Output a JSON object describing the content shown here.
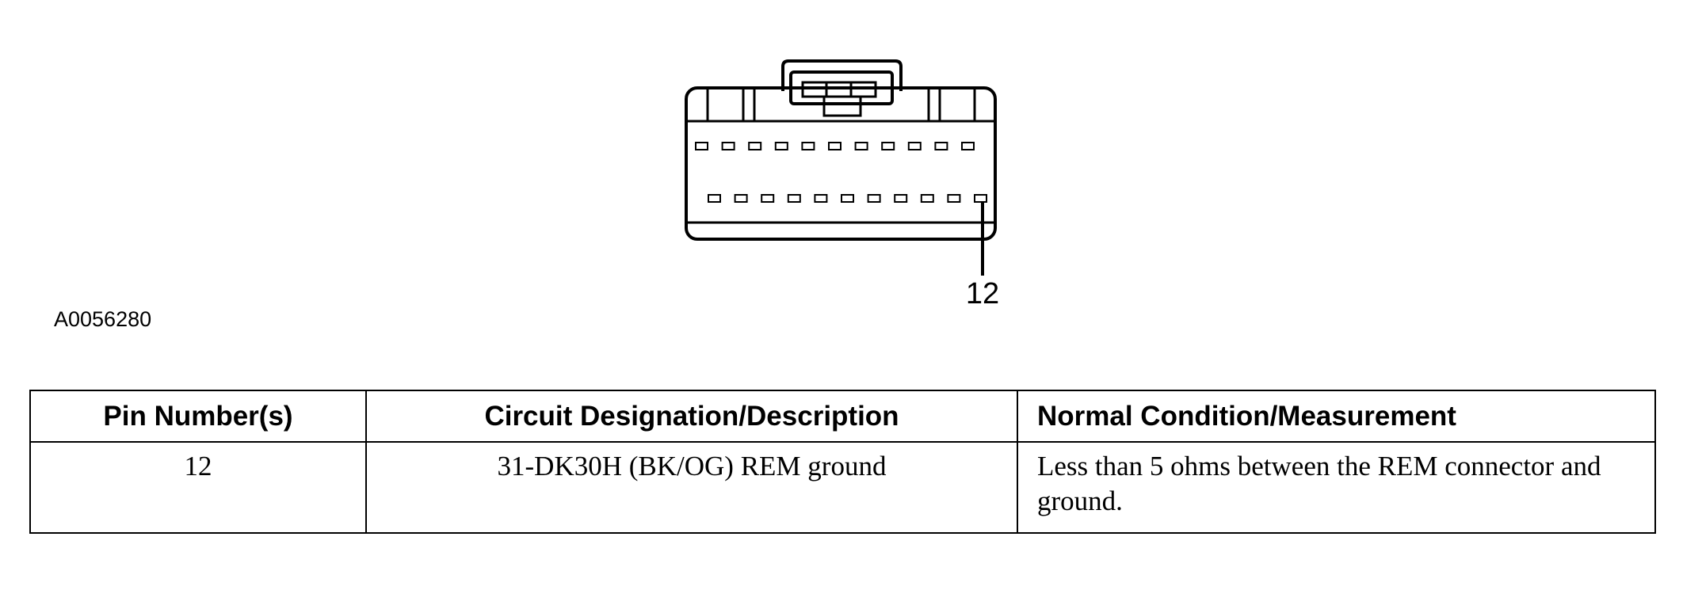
{
  "connector": {
    "callout_pin": "12"
  },
  "figure_id": "A0056280",
  "table": {
    "headers": [
      "Pin Number(s)",
      "Circuit Designation/Description",
      "Normal Condition/Measurement"
    ],
    "rows": [
      {
        "pin": "12",
        "circuit": "31-DK30H (BK/OG) REM ground",
        "measurement": "Less than 5 ohms between the REM connector and ground."
      }
    ]
  }
}
